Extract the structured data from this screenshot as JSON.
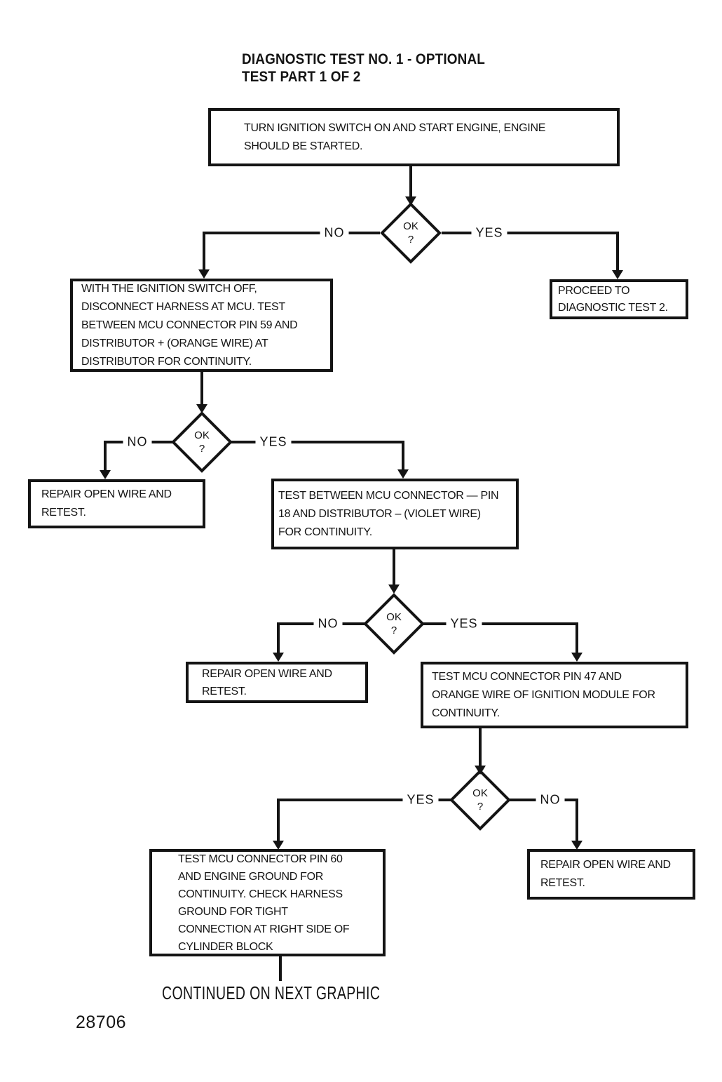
{
  "page": {
    "title": "DIAGNOSTIC TEST NO. 1 - OPTIONAL\nTEST PART 1 OF 2",
    "footer_note": "CONTINUED ON NEXT GRAPHIC",
    "figure_number": "28706"
  },
  "flowchart": {
    "decision": {
      "label": "OK",
      "question": "?"
    },
    "labels": {
      "yes": "YES",
      "no": "NO"
    },
    "boxes": {
      "start": "TURN IGNITION SWITCH ON AND START ENGINE, ENGINE\nSHOULD BE STARTED.",
      "proceed": "PROCEED TO\nDIAGNOSTIC TEST 2.",
      "test_pin_59": "WITH THE IGNITION SWITCH OFF,\nDISCONNECT HARNESS AT MCU. TEST\nBETWEEN MCU CONNECTOR PIN 59 AND\nDISTRIBUTOR + (ORANGE WIRE) AT\nDISTRIBUTOR FOR CONTINUITY.",
      "repair_1": "REPAIR OPEN WIRE AND\nRETEST.",
      "test_pin_18": "TEST BETWEEN MCU CONNECTOR — PIN\n18 AND DISTRIBUTOR – (VIOLET WIRE)\nFOR CONTINUITY.",
      "repair_2": "REPAIR OPEN WIRE AND\nRETEST.",
      "test_pin_47": "TEST MCU CONNECTOR PIN 47 AND\nORANGE WIRE OF IGNITION MODULE FOR\nCONTINUITY.",
      "test_pin_60": "TEST MCU CONNECTOR PIN 60\nAND ENGINE GROUND FOR\nCONTINUITY. CHECK HARNESS\nGROUND FOR TIGHT\nCONNECTION AT RIGHT SIDE OF\nCYLINDER BLOCK",
      "repair_3": "REPAIR OPEN WIRE AND\nRETEST."
    }
  }
}
